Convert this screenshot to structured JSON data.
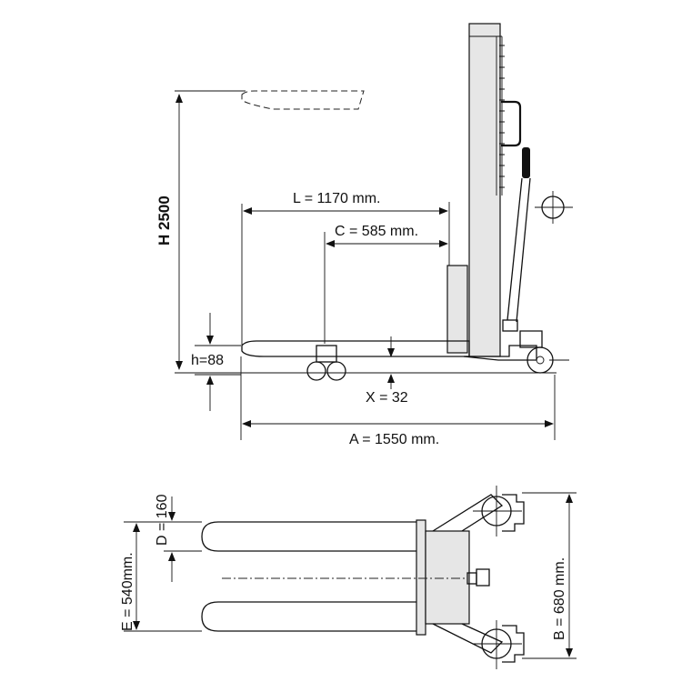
{
  "side_view": {
    "height_label": "H 2500",
    "length_label": "L = 1170 mm.",
    "center_label": "C = 585 mm.",
    "fork_height_label": "h=88",
    "ground_clearance_label": "X = 32",
    "overall_length_label": "A = 1550 mm."
  },
  "top_view": {
    "fork_width_label": "D = 160",
    "fork_spread_label": "E = 540mm.",
    "overall_width_label": "B = 680 mm."
  }
}
